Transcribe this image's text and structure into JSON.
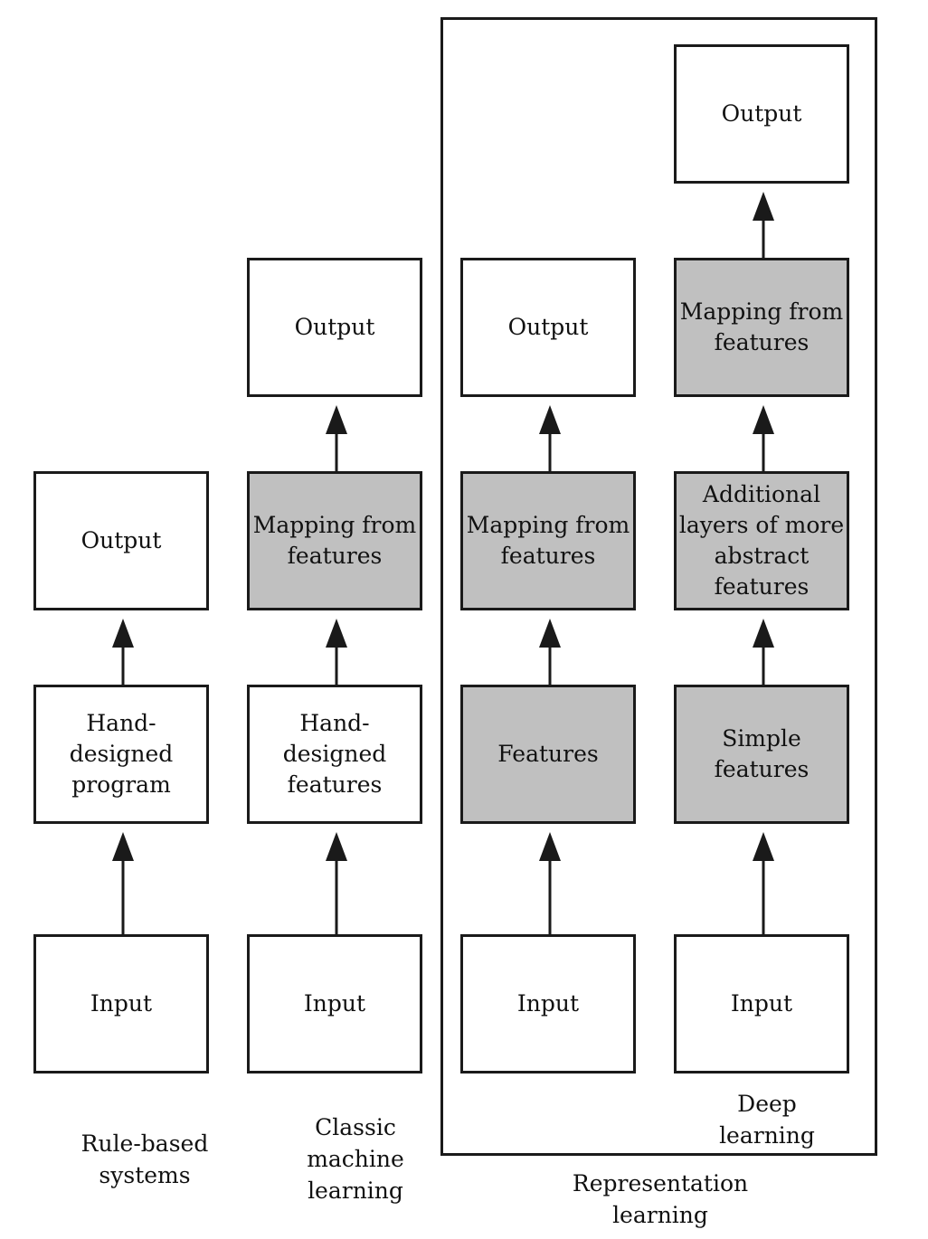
{
  "columns": [
    {
      "caption": "Rule-based\nsystems",
      "boxes": [
        {
          "label": "Output"
        },
        {
          "label": "Hand-\ndesigned\nprogram"
        },
        {
          "label": "Input"
        }
      ]
    },
    {
      "caption": "Classic\nmachine\nlearning",
      "boxes": [
        {
          "label": "Output"
        },
        {
          "label": "Mapping from\nfeatures"
        },
        {
          "label": "Hand-\ndesigned\nfeatures"
        },
        {
          "label": "Input"
        }
      ]
    },
    {
      "boxes": [
        {
          "label": "Output"
        },
        {
          "label": "Mapping from\nfeatures"
        },
        {
          "label": "Features"
        },
        {
          "label": "Input"
        }
      ]
    },
    {
      "caption": "Deep\nlearning",
      "boxes": [
        {
          "label": "Output"
        },
        {
          "label": "Mapping from\nfeatures"
        },
        {
          "label": "Additional\nlayers of more\nabstract\nfeatures"
        },
        {
          "label": "Simple\nfeatures"
        },
        {
          "label": "Input"
        }
      ]
    }
  ],
  "group_caption": "Representation\nlearning",
  "colors": {
    "learned_fill": "#c0c0c0",
    "stroke": "#1a1a1a"
  }
}
